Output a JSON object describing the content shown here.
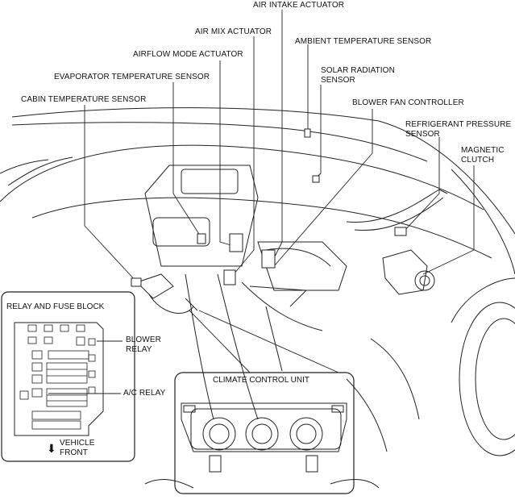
{
  "labels": {
    "air_intake_actuator": "AIR INTAKE ACTUATOR",
    "air_mix_actuator": "AIR MIX ACTUATOR",
    "ambient_temperature_sensor": "AMBIENT TEMPERATURE SENSOR",
    "airflow_mode_actuator": "AIRFLOW MODE ACTUATOR",
    "solar_radiation_sensor_1": "SOLAR RADIATION",
    "solar_radiation_sensor_2": "SENSOR",
    "evaporator_temperature_sensor": "EVAPORATOR TEMPERATURE SENSOR",
    "cabin_temperature_sensor": "CABIN TEMPERATURE SENSOR",
    "blower_fan_controller": "BLOWER FAN CONTROLLER",
    "refrigerant_pressure_sensor_1": "REFRIGERANT PRESSURE",
    "refrigerant_pressure_sensor_2": "SENSOR",
    "magnetic_clutch_1": "MAGNETIC",
    "magnetic_clutch_2": "CLUTCH",
    "relay_and_fuse_block": "RELAY AND FUSE BLOCK",
    "blower_relay_1": "BLOWER",
    "blower_relay_2": "RELAY",
    "ac_relay": "A/C RELAY",
    "vehicle_front_1": "VEHICLE",
    "vehicle_front_2": "FRONT",
    "climate_control_unit": "CLIMATE CONTROL UNIT"
  }
}
